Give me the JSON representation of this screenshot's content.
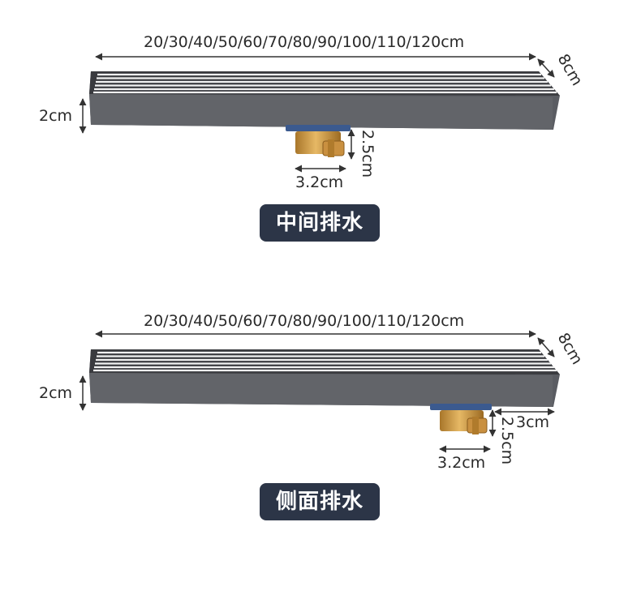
{
  "diagram": {
    "center": {
      "length_label": "20/30/40/50/60/70/80/90/100/110/120cm",
      "width_label": "8cm",
      "height_label": "2cm",
      "outlet_height_label": "2.5cm",
      "outlet_diameter_label": "3.2cm",
      "caption": "中间排水"
    },
    "side": {
      "length_label": "20/30/40/50/60/70/80/90/100/110/120cm",
      "width_label": "8cm",
      "height_label": "2cm",
      "outlet_offset_label": "3cm",
      "outlet_height_label": "2.5cm",
      "outlet_diameter_label": "3.2cm",
      "caption": "侧面排水"
    },
    "colors": {
      "drain_body": "#5e6066",
      "grate_slot": "#ffffff",
      "brass": "#c9953d",
      "outlet_ring": "#3b5a8f",
      "badge_bg": "#2c3547"
    }
  }
}
